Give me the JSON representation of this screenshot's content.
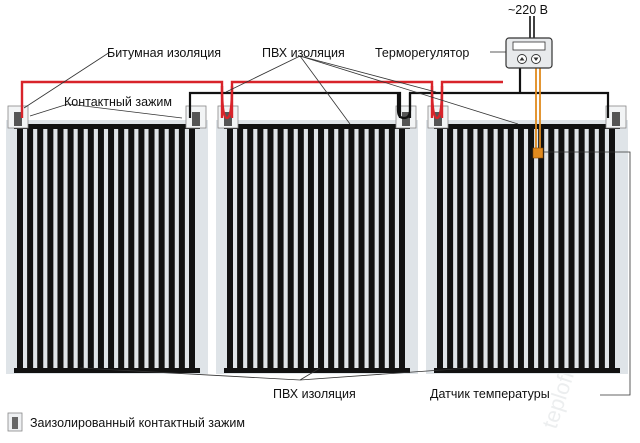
{
  "labels": {
    "voltage": "~220 В",
    "thermostat": "Терморегулятор",
    "bitumen_insulation": "Битумная изоляция",
    "pvc_insulation_top": "ПВХ изоляция",
    "contact_clamp": "Контактный зажим",
    "pvc_insulation_bottom": "ПВХ изоляция",
    "temperature_sensor": "Датчик температуры",
    "legend_insulated_clamp": "Заизолированный контактный зажим",
    "watermark": "teplofloor.by"
  },
  "colors": {
    "red_wire": "#d8232a",
    "black_wire": "#111111",
    "sensor_wire": "#e08a1e",
    "strip": "#111111",
    "film_bg": "#dfe4e8"
  },
  "panels": [
    {
      "name": "heating-film-panel-1"
    },
    {
      "name": "heating-film-panel-2"
    },
    {
      "name": "heating-film-panel-3"
    }
  ]
}
